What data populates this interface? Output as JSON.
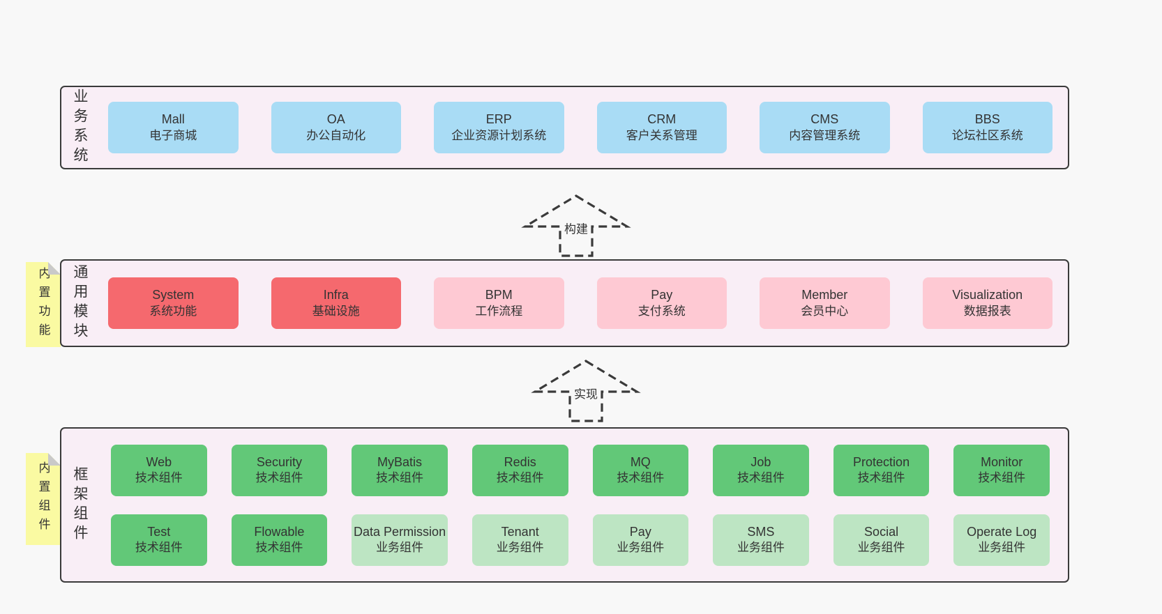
{
  "colors": {
    "page_bg": "#f8f8f8",
    "container_bg": "#f9eef6",
    "container_border": "#3a3a3a",
    "text": "#333333",
    "blue": "#a9dcf5",
    "red": "#f5696e",
    "pink": "#fec9d3",
    "green_dark": "#62c878",
    "green_light": "#bde5c3",
    "yellow": "#fafaa2",
    "fold_gray": "#c9c9c9"
  },
  "arrows": {
    "build_label": "构建",
    "implement_label": "实现"
  },
  "layers": {
    "business": {
      "label": "业务系统",
      "boxes": [
        {
          "name": "Mall",
          "desc": "电子商城",
          "variant": "blue"
        },
        {
          "name": "OA",
          "desc": "办公自动化",
          "variant": "blue"
        },
        {
          "name": "ERP",
          "desc": "企业资源计划系统",
          "variant": "blue"
        },
        {
          "name": "CRM",
          "desc": "客户关系管理",
          "variant": "blue"
        },
        {
          "name": "CMS",
          "desc": "内容管理系统",
          "variant": "blue"
        },
        {
          "name": "BBS",
          "desc": "论坛社区系统",
          "variant": "blue"
        }
      ]
    },
    "modules": {
      "tag": "内置功能",
      "label": "通用模块",
      "boxes": [
        {
          "name": "System",
          "desc": "系统功能",
          "variant": "red"
        },
        {
          "name": "Infra",
          "desc": "基础设施",
          "variant": "red"
        },
        {
          "name": "BPM",
          "desc": "工作流程",
          "variant": "pink"
        },
        {
          "name": "Pay",
          "desc": "支付系统",
          "variant": "pink"
        },
        {
          "name": "Member",
          "desc": "会员中心",
          "variant": "pink"
        },
        {
          "name": "Visualization",
          "desc": "数据报表",
          "variant": "pink"
        }
      ]
    },
    "components": {
      "tag": "内置组件",
      "label": "框架组件",
      "rows": [
        [
          {
            "name": "Web",
            "desc": "技术组件",
            "variant": "green-dark"
          },
          {
            "name": "Security",
            "desc": "技术组件",
            "variant": "green-dark"
          },
          {
            "name": "MyBatis",
            "desc": "技术组件",
            "variant": "green-dark"
          },
          {
            "name": "Redis",
            "desc": "技术组件",
            "variant": "green-dark"
          },
          {
            "name": "MQ",
            "desc": "技术组件",
            "variant": "green-dark"
          },
          {
            "name": "Job",
            "desc": "技术组件",
            "variant": "green-dark"
          },
          {
            "name": "Protection",
            "desc": "技术组件",
            "variant": "green-dark"
          },
          {
            "name": "Monitor",
            "desc": "技术组件",
            "variant": "green-dark"
          }
        ],
        [
          {
            "name": "Test",
            "desc": "技术组件",
            "variant": "green-dark"
          },
          {
            "name": "Flowable",
            "desc": "技术组件",
            "variant": "green-dark"
          },
          {
            "name": "Data Permission",
            "desc": "业务组件",
            "variant": "green-light"
          },
          {
            "name": "Tenant",
            "desc": "业务组件",
            "variant": "green-light"
          },
          {
            "name": "Pay",
            "desc": "业务组件",
            "variant": "green-light"
          },
          {
            "name": "SMS",
            "desc": "业务组件",
            "variant": "green-light"
          },
          {
            "name": "Social",
            "desc": "业务组件",
            "variant": "green-light"
          },
          {
            "name": "Operate Log",
            "desc": "业务组件",
            "variant": "green-light"
          }
        ]
      ]
    }
  }
}
